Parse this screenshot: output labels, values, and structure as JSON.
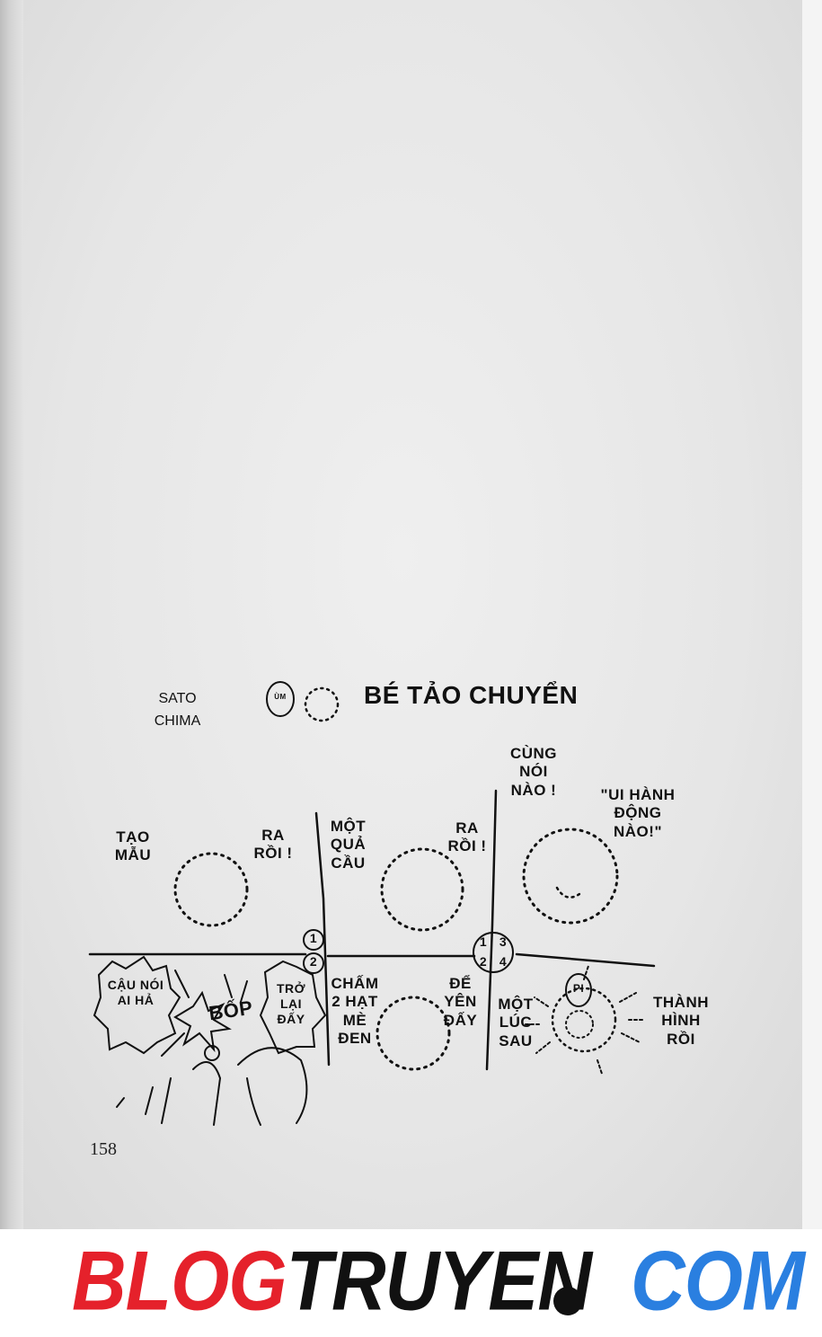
{
  "header": {
    "author": "SATO CHIMA",
    "hum": "ÙM",
    "title": "BÉ TẢO CHUYỂN"
  },
  "panels": {
    "top_left": {
      "number": "1",
      "left_text": "TẠO MẪU",
      "right_text": "RA RỒI !"
    },
    "top_middle": {
      "number": "1",
      "left_text": "MỘT QUẢ CẦU",
      "right_text": "RA RỒI !"
    },
    "top_right": {
      "number": "3",
      "left_text": "CÙNG NÓI NÀO !",
      "right_text": "\"UI HÀNH ĐỘNG NÀO!\""
    },
    "bottom_left": {
      "number": "2",
      "speech_left": "CẬU NÓI AI HẢ",
      "sfx": "BỐP",
      "speech_right": "TRỞ LẠI ĐẤY"
    },
    "bottom_middle": {
      "number": "2",
      "left_text": "CHẤM 2 HẠT MÈ ĐEN",
      "right_text": "ĐỂ YÊN ĐẤY"
    },
    "bottom_right": {
      "number": "4",
      "left_text": "MỘT LÚC SAU",
      "bubble": "PI",
      "right_text": "THÀNH HÌNH RỒI"
    }
  },
  "page_number": "158",
  "watermark": {
    "part1": "BLOG",
    "part2": "TRUYEN",
    "part3": "COM"
  },
  "colors": {
    "watermark_red": "#e5212b",
    "watermark_black": "#111111",
    "watermark_blue": "#2a7fe0"
  }
}
